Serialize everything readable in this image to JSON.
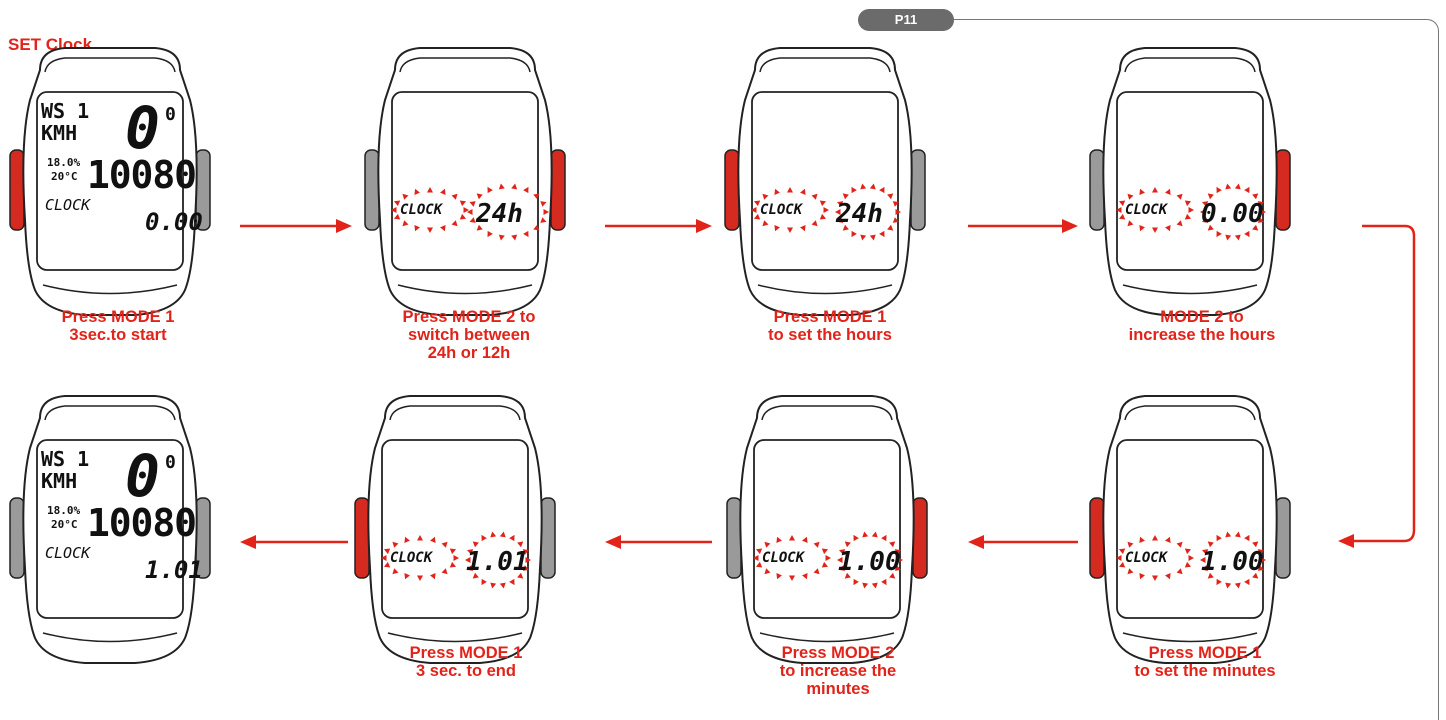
{
  "title": "SET Clock",
  "page_tab": "P11",
  "steps": [
    {
      "caption": "Press MODE 1\n3sec.to start",
      "display": {
        "top_left": "WS 1",
        "top_left2": "KMH",
        "big": "0",
        "sup": "0",
        "row2_small": "18.0%",
        "row2_small2": "20°C",
        "row2_big": "10080",
        "clock": "CLOCK",
        "value": "0.00"
      }
    },
    {
      "caption": "Press MODE 2 to\nswitch between\n24h or 12h",
      "display": {
        "clock": "CLOCK",
        "value": "24h"
      }
    },
    {
      "caption": "Press MODE 1\nto set the hours",
      "display": {
        "clock": "CLOCK",
        "value": "24h"
      }
    },
    {
      "caption": "MODE 2 to\nincrease the hours",
      "display": {
        "clock": "CLOCK",
        "value": "0.00"
      }
    },
    {
      "caption": "Press MODE 1\nto set the minutes",
      "display": {
        "clock": "CLOCK",
        "value": "1.00"
      }
    },
    {
      "caption": "Press MODE 2\nto increase the\nminutes",
      "display": {
        "clock": "CLOCK",
        "value": "1.00"
      }
    },
    {
      "caption": "Press MODE 1\n3 sec. to end",
      "display": {
        "clock": "CLOCK",
        "value": "1.01"
      }
    },
    {
      "caption": "",
      "display": {
        "top_left": "WS 1",
        "top_left2": "KMH",
        "big": "0",
        "sup": "0",
        "row2_small": "18.0%",
        "row2_small2": "20°C",
        "row2_big": "10080",
        "clock": "CLOCK",
        "value": "1.01"
      }
    }
  ],
  "colors": {
    "accent": "#e2231a",
    "button_active": "#d42a1f",
    "button_idle": "#9a9a9a",
    "outline": "#222222"
  }
}
